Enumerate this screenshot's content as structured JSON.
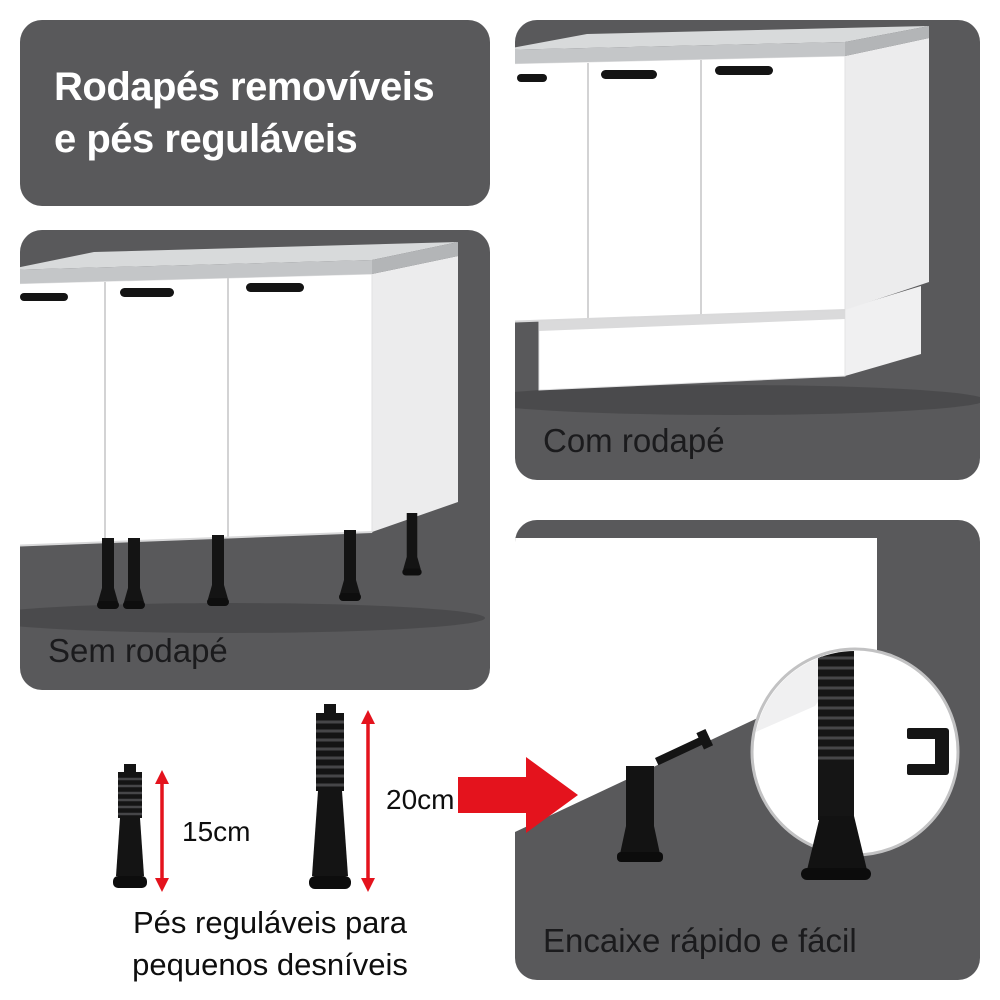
{
  "title": {
    "line1": "Rodapés removíveis",
    "line2": "e pés reguláveis"
  },
  "panels": {
    "sem_rodape": {
      "label": "Sem rodapé"
    },
    "com_rodape": {
      "label": "Com rodapé"
    },
    "encaixe": {
      "label": "Encaixe rápido e fácil"
    }
  },
  "measurements": {
    "small_foot": "15cm",
    "large_foot": "20cm"
  },
  "caption": {
    "line1": "Pés reguláveis para",
    "line2": "pequenos desníveis"
  },
  "colors": {
    "panel_background": "#59595b",
    "accent_red": "#e4131d",
    "title_text": "#ffffff",
    "label_text": "#1b1b1d",
    "cabinet_white": "#ffffff",
    "countertop_gray": "#d8dadb",
    "hardware_black": "#141414"
  },
  "icons": {
    "direction_arrow": "red-right-arrow",
    "measure_arrow_small": "red-vertical-double-arrow-15cm",
    "measure_arrow_large": "red-vertical-double-arrow-20cm",
    "zoom_circle": "magnifier-detail-circle"
  }
}
